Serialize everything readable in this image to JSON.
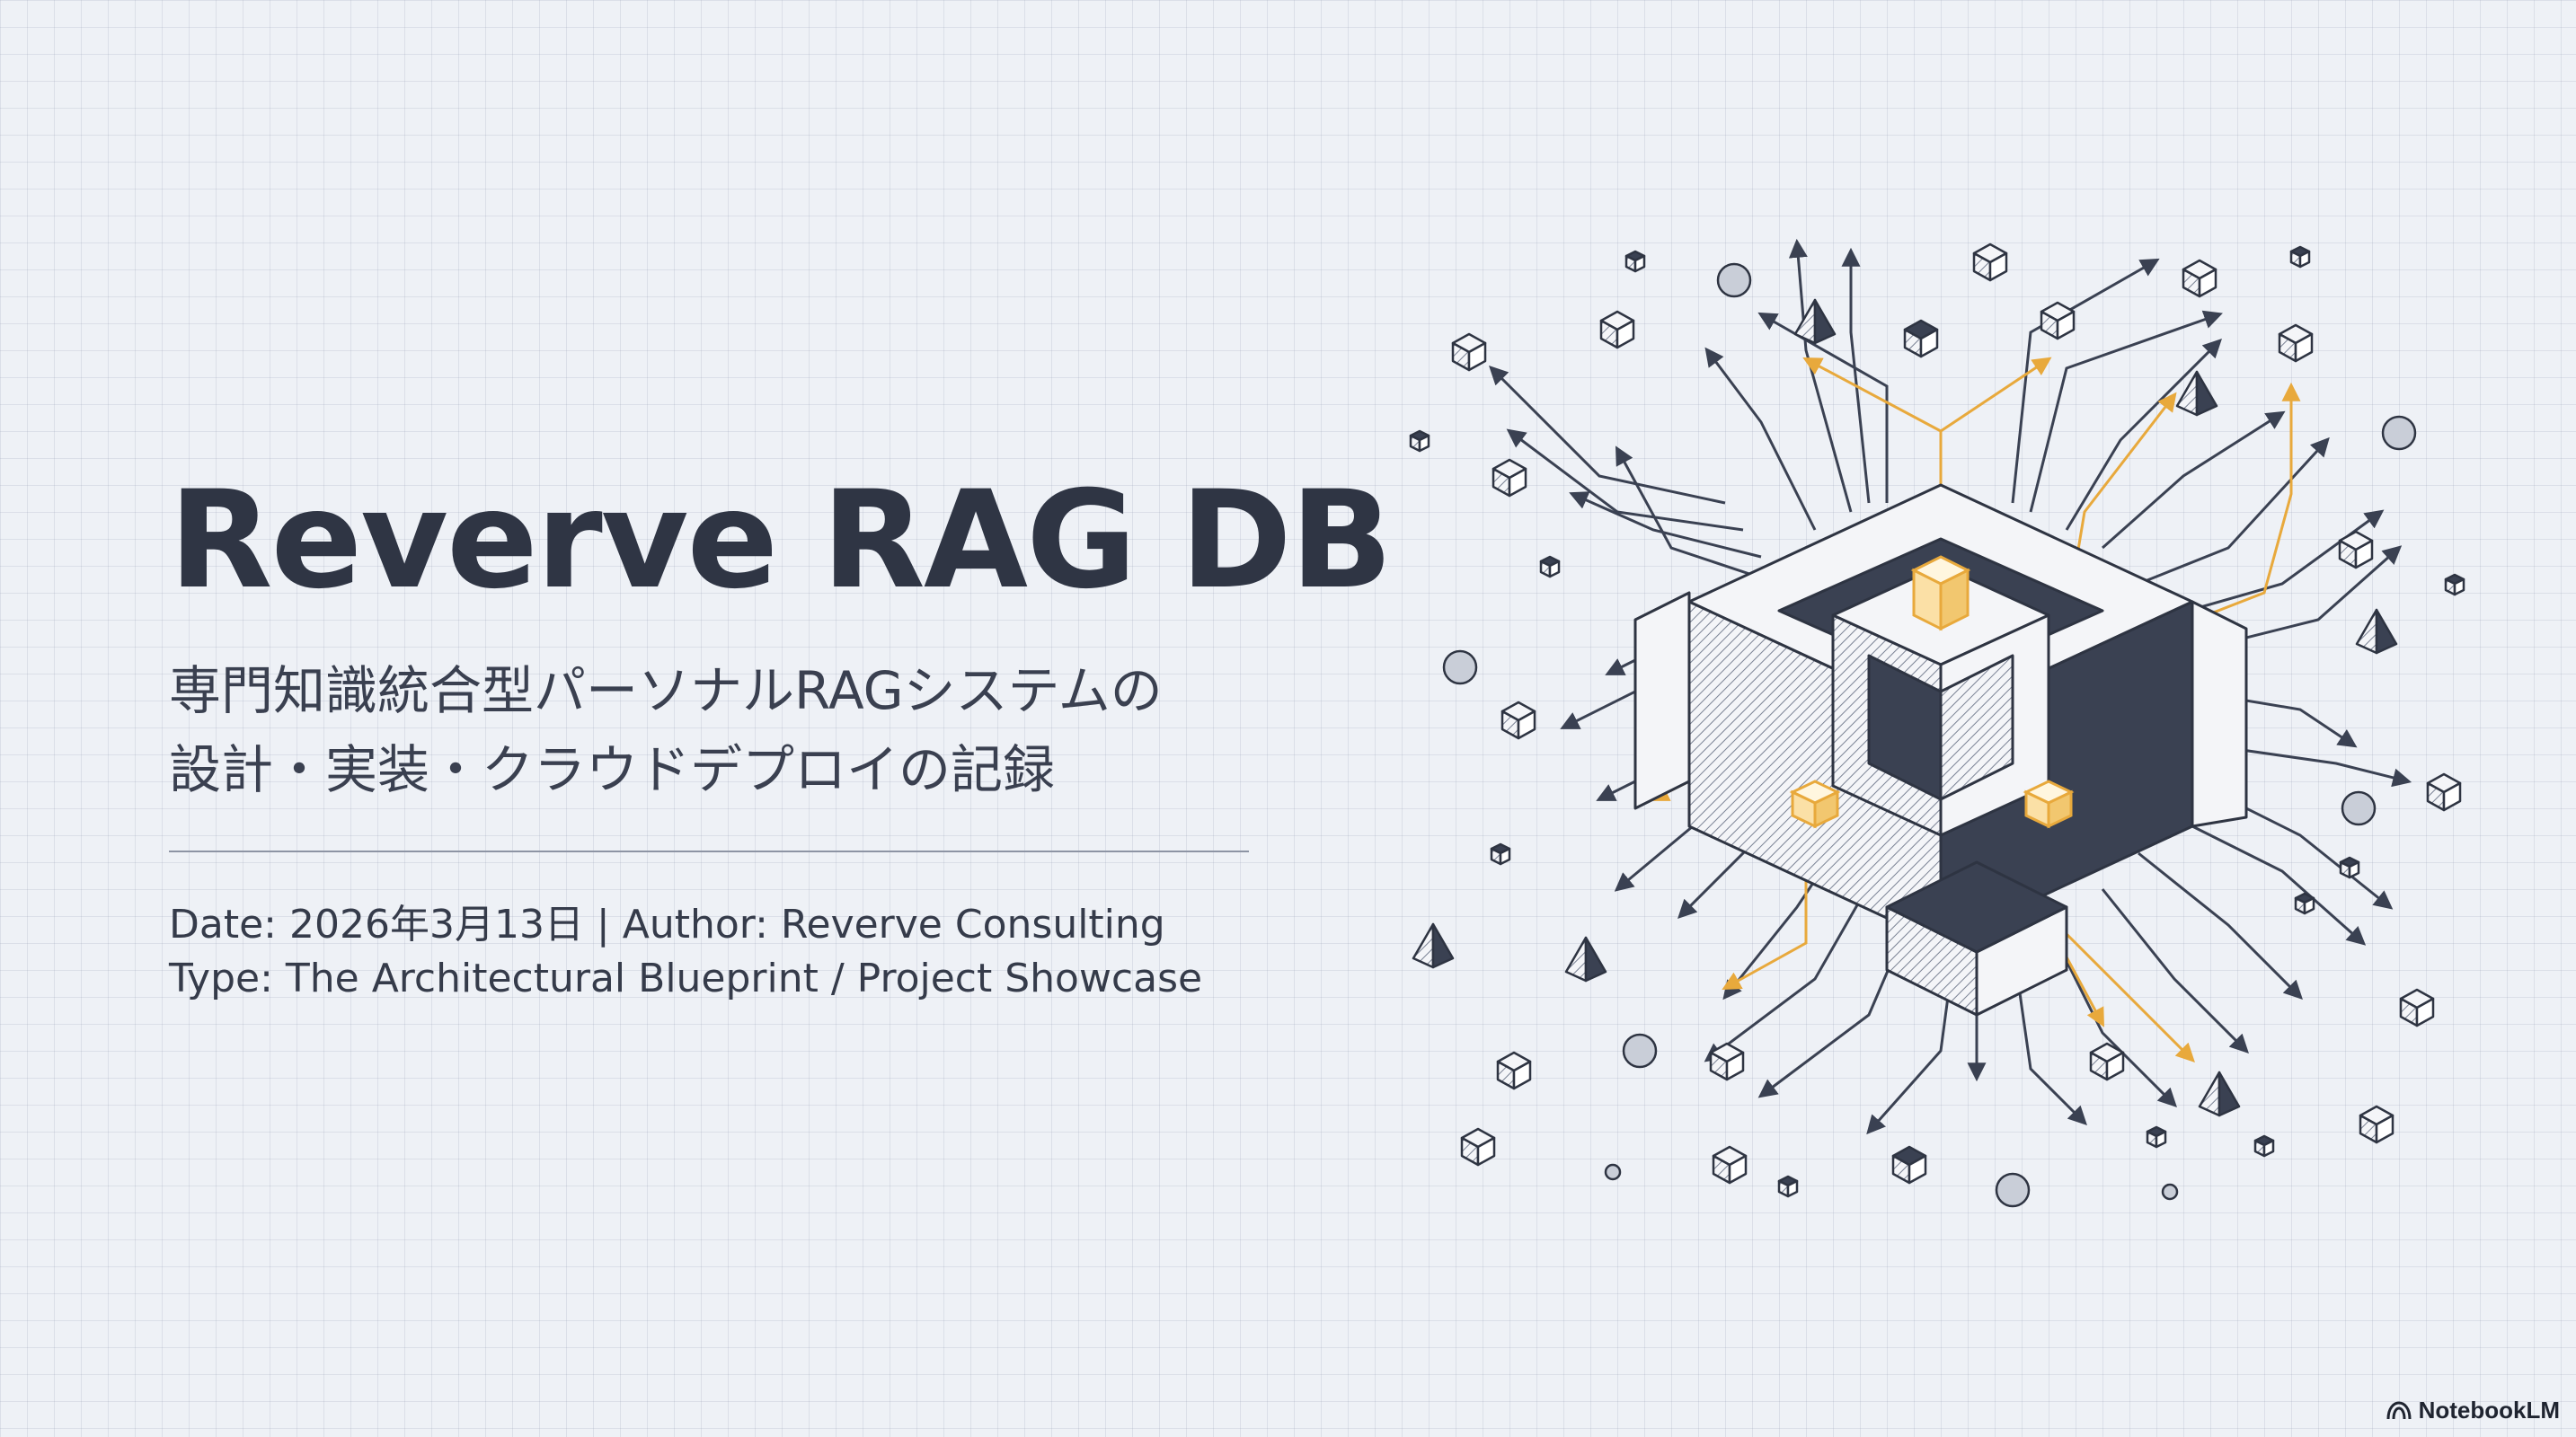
{
  "slide": {
    "title": "Reverve RAG DB",
    "subtitle_line1": "専門知識統合型パーソナルRAGシステムの",
    "subtitle_line2": "設計・実装・クラウドデプロイの記録",
    "meta_line1": "Date: 2026年3月13日 | Author: Reverve Consulting",
    "meta_line2": "Type: The Architectural Blueprint / Project Showcase"
  },
  "illustration": {
    "icon": "isometric-cube-network-icon",
    "accent_color": "#e8a93c",
    "ink_color": "#3a4152"
  },
  "brand": {
    "label": "NotebookLM",
    "icon": "notebooklm-logo-icon"
  },
  "colors": {
    "background": "#eef1f6",
    "grid": "#c9ceda",
    "text": "#2f3544"
  }
}
